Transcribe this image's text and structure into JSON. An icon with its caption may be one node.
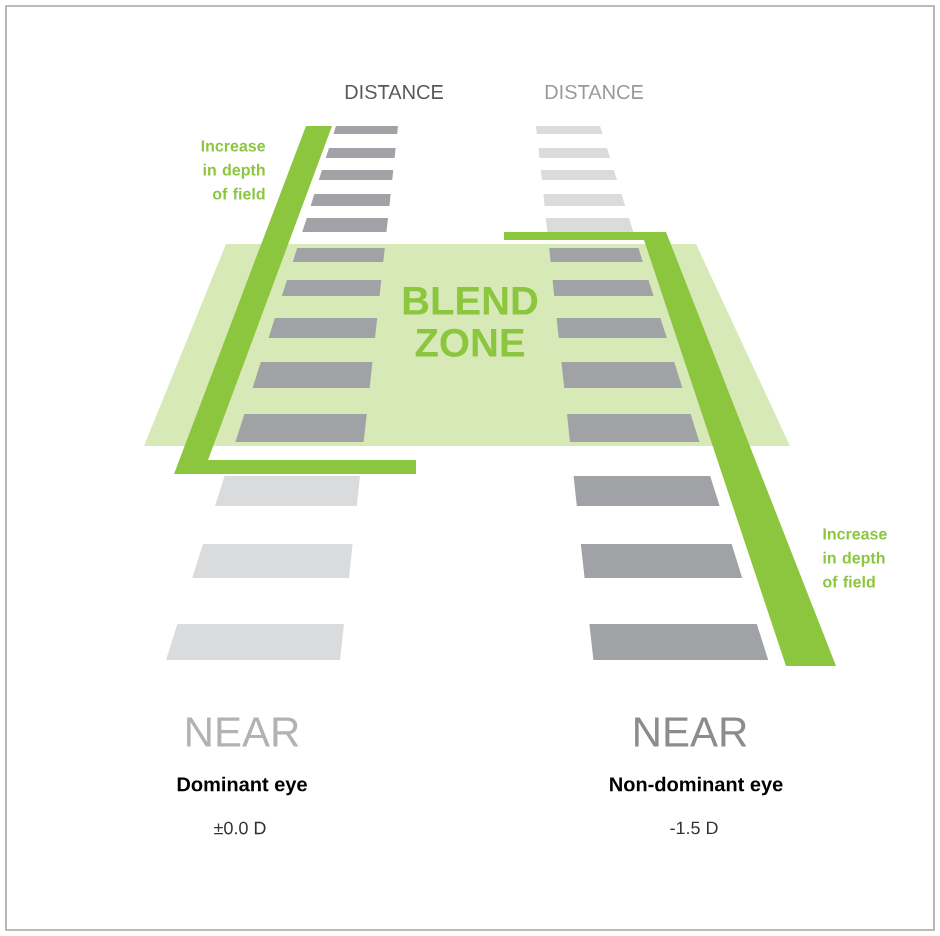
{
  "diagram": {
    "nodes": [
      {
        "text": [
          "BLEND ZONE"
        ]
      }
    ],
    "labels": [
      "DISTANCE",
      "DISTANCE",
      "Increase in depth of field",
      "Increase in depth of field",
      "NEAR",
      "NEAR",
      "Dominant eye",
      "Non-dominant eye",
      "±0.0 D",
      "-1.5 D"
    ]
  }
}
